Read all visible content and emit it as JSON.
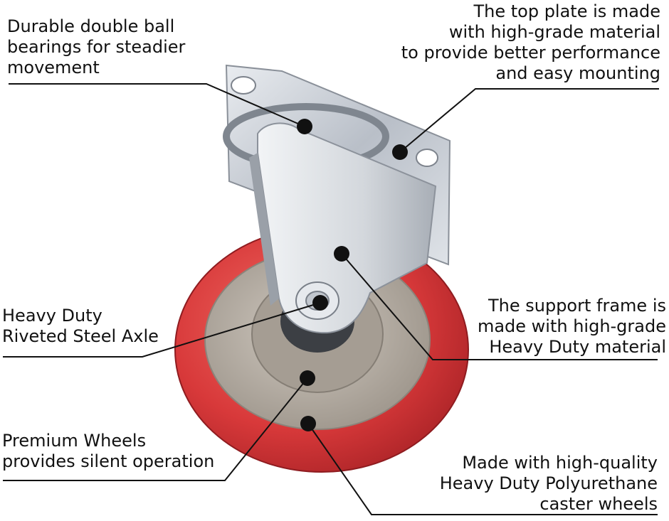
{
  "callouts": {
    "bearings": [
      "Durable double ball",
      "bearings for steadier",
      "movement"
    ],
    "plate": [
      "The top plate is made",
      "with high-grade material",
      "to provide better performance",
      "and easy mounting"
    ],
    "axle": [
      "Heavy Duty",
      "Riveted Steel Axle"
    ],
    "frame": [
      "The support frame is",
      "made with high-grade",
      "Heavy Duty material"
    ],
    "wheels": [
      "Premium Wheels",
      "provides silent operation"
    ],
    "poly": [
      "Made with high-quality",
      "Heavy Duty Polyurethane",
      "caster wheels"
    ]
  },
  "colors": {
    "wheel_tread": "#d8393a",
    "wheel_hub": "#b7afa5",
    "steel": "#c9cdd3",
    "leader_line": "#111111"
  }
}
